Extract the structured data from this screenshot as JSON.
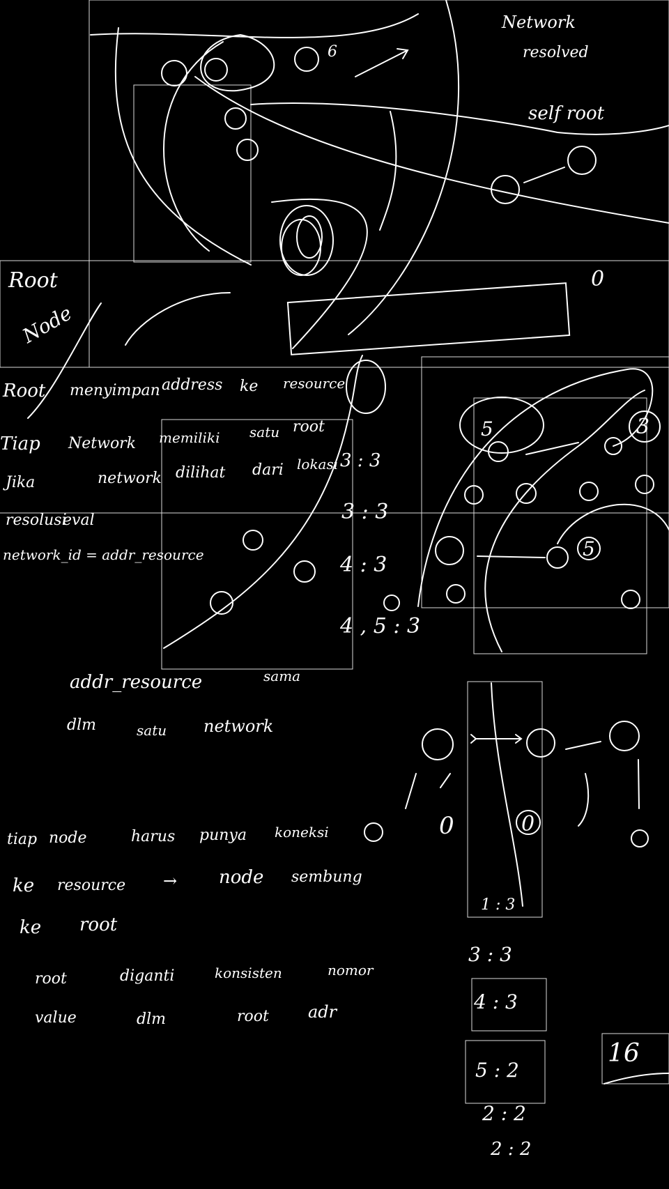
{
  "notes": {
    "network": "Network",
    "resolved": "resolved",
    "self_root": "self root",
    "root_title": "Root",
    "node": "Node",
    "line1": [
      "Root",
      "menyimpan",
      "address",
      "ke",
      "resource"
    ],
    "line2": [
      "Tiap",
      "Network",
      "memiliki",
      "satu",
      "root"
    ],
    "line3": [
      "Jika",
      "network",
      "dilihat",
      "dari",
      "lokasi"
    ],
    "line4": [
      "resolusi",
      "eval"
    ],
    "line5": "network_id = addr_resource",
    "line6": [
      "addr_resource",
      "sama"
    ],
    "line7": [
      "dlm",
      "satu",
      "network"
    ],
    "line8": [
      "tiap",
      "node",
      "harus",
      "punya",
      "koneksi"
    ],
    "line9": [
      "ke",
      "resource",
      "→",
      "node",
      "sembung"
    ],
    "line10": [
      "ke",
      "root"
    ],
    "line11": [
      "root",
      "diganti",
      "konsisten",
      "nomor"
    ],
    "line12": [
      "value",
      "dlm",
      "root",
      "adr"
    ]
  },
  "ratios": [
    "3 : 3",
    "3 : 3",
    "4 : 3",
    "4 , 5 : 3",
    "1 : 3",
    "3 : 3",
    "4 : 3",
    "5 : 2",
    "2 : 2",
    "2 : 2"
  ],
  "digits": [
    "6",
    "5",
    "3",
    "5",
    "0",
    "0",
    "0",
    "16"
  ],
  "colors": {
    "background": "#000000",
    "ink": "#ffffff",
    "box": "#bbbbbb"
  }
}
